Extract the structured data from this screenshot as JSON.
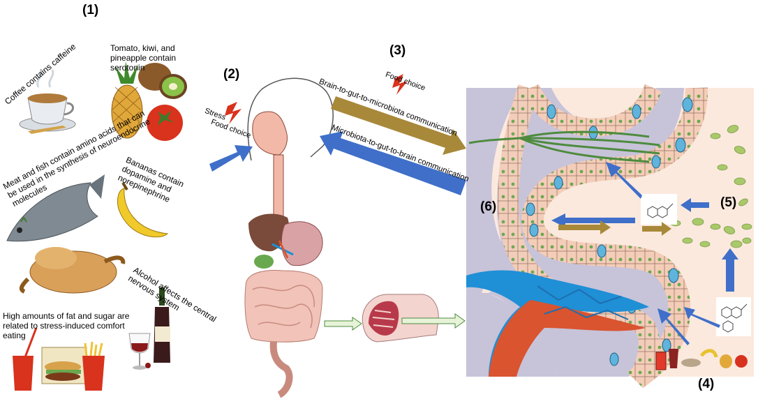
{
  "markers": {
    "m1": "(1)",
    "m2": "(2)",
    "m3": "(3)",
    "m4": "(4)",
    "m5": "(5)",
    "m6": "(6)"
  },
  "foods": {
    "coffee": "Coffee contains caffeine",
    "fruits": "Tomato, kiwi, and pineapple contain serotonin",
    "meat_fish": "Meat and fish contain amino acids that can be used in the synthesis of neuroendocrine molecules",
    "bananas": "Bananas contain dopamine and norepinephrine",
    "alcohol": "Alcohol affects the central nervous system",
    "fat_sugar": "High amounts of fat and sugar are related to stress-induced comfort eating"
  },
  "influences": {
    "stress": "Stress",
    "food_choice_head": "Food choice",
    "food_choice_axis": "Food choice"
  },
  "axis": {
    "brain_to_gut": "Brain-to-gut-to-microbiota communication",
    "microbiota_to_brain": "Microbiota-to-gut-to-brain communication"
  },
  "colors": {
    "blue_arrow": "#3f6fc9",
    "gold_arrow": "#a8893a",
    "villus_bg": "#c7c3d9",
    "lumen": "#fbe9de",
    "cell": "#f4cdb8",
    "goblet": "#5fb4dc",
    "vein": "#1f8fd6",
    "artery": "#d9542f",
    "nerve": "#4d8b3e"
  },
  "icons": [
    "coffee-cup-icon",
    "pineapple-icon",
    "kiwi-icon",
    "tomato-icon",
    "fish-icon",
    "banana-icon",
    "roast-chicken-icon",
    "wine-bottle-icon",
    "fast-food-icon",
    "head-icon",
    "lightning-icon",
    "digestive-tract-icon",
    "intestine-section-icon",
    "villus-icon",
    "molecule-icon",
    "bacteria-icon"
  ]
}
